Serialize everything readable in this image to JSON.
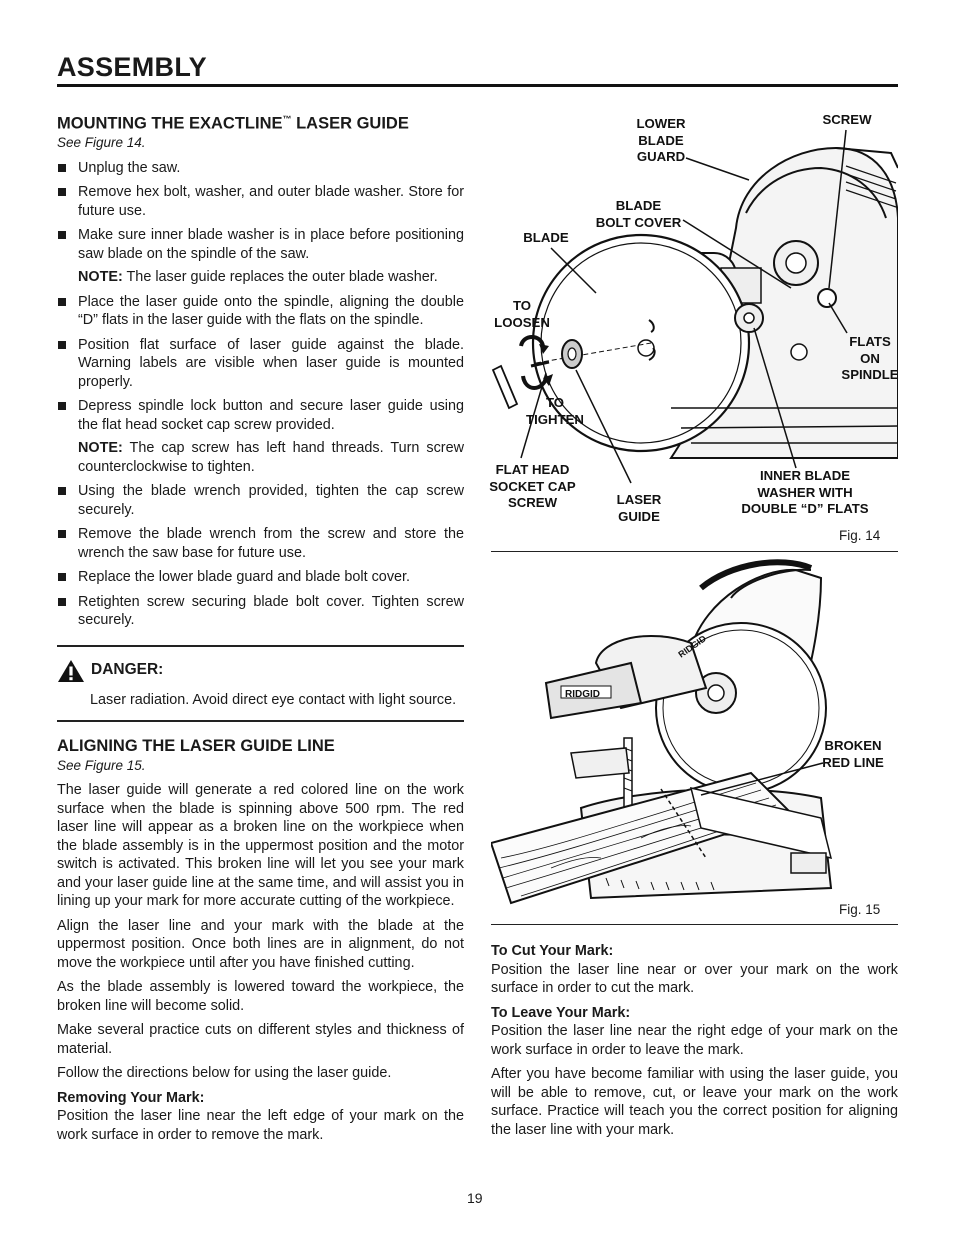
{
  "header": {
    "title": "ASSEMBLY"
  },
  "mounting": {
    "heading": "MOUNTING THE EXACTLINE",
    "heading_tm": "™",
    "heading_tail": " LASER GUIDE",
    "see": "See Figure 14.",
    "bullets": [
      "Unplug the saw.",
      "Remove hex bolt, washer, and outer blade washer. Store for future use.",
      "Make sure inner blade washer is in place before positioning saw blade on the spindle of the saw."
    ],
    "note1_label": "NOTE:",
    "note1_text": " The laser guide replaces the outer blade washer.",
    "bullets2": [
      "Place the laser guide onto the spindle, aligning the double “D” flats in the laser guide with the flats on the spindle.",
      "Position flat surface of laser guide against the blade. Warning labels are visible when laser guide is mounted properly.",
      "Depress spindle lock button and secure laser guide using the flat head socket cap screw provided."
    ],
    "note2_label": "NOTE:",
    "note2_text": " The cap screw has left hand threads. Turn screw counterclockwise to tighten.",
    "bullets3": [
      "Using the blade wrench provided, tighten the cap screw securely.",
      "Remove the blade wrench from the screw and store the wrench the saw base for future use.",
      "Replace the lower blade guard and blade bolt cover.",
      "Retighten screw securing blade bolt cover. Tighten screw securely."
    ]
  },
  "danger": {
    "label": "DANGER:",
    "text": "Laser radiation. Avoid direct eye contact with light source."
  },
  "aligning": {
    "heading": "ALIGNING THE LASER GUIDE LINE",
    "see": "See Figure 15.",
    "p1": "The laser guide will generate a red colored line on the work surface when the blade is spinning above 500 rpm. The red laser line will appear as a broken line on the workpiece when the blade assembly is in the uppermost position and the motor switch is activated. This broken line will let you see your mark and your laser guide line at the same time, and will assist you in lining up your mark for more accurate cutting of the workpiece.",
    "p2": "Align the laser line and your mark with the blade at the uppermost position. Once both lines are in alignment, do not move the workpiece until after you have finished cutting.",
    "p3": "As the blade assembly is lowered toward the workpiece, the broken line will become solid.",
    "p4": "Make several practice cuts on different styles and thickness of material.",
    "p5": "Follow the directions below for using the laser guide.",
    "removing_label": "Removing Your Mark:",
    "removing_text": "Position the laser line near the left edge of your mark on the work surface in order to remove the mark."
  },
  "right_text": {
    "cut_label": "To Cut Your Mark:",
    "cut_text": "Position the laser line near or over your mark on the work surface in order to cut the mark.",
    "leave_label": "To Leave Your Mark:",
    "leave_text": "Position the laser line near the right edge of your mark on the work surface in order to leave the mark.",
    "p_final": "After you have become familiar with using the laser guide, you will be able to remove, cut, or leave your mark on the work surface. Practice will teach you the correct position for aligning the laser line with your mark."
  },
  "fig14": {
    "caption": "Fig. 14",
    "labels": {
      "lower_blade_guard": "LOWER\nBLADE\nGUARD",
      "screw": "SCREW",
      "blade_bolt_cover": "BLADE\nBOLT COVER",
      "blade": "BLADE",
      "to_loosen": "TO\nLOOSEN",
      "to_tighten": "TO\nTIGHTEN",
      "flats_on_spindle": "FLATS\nON\nSPINDLE",
      "flat_head": "FLAT HEAD\nSOCKET CAP\nSCREW",
      "laser_guide": "LASER\nGUIDE",
      "inner_blade_washer": "INNER BLADE\nWASHER WITH\nDOUBLE “D” FLATS"
    }
  },
  "fig15": {
    "caption": "Fig. 15",
    "label_broken": "BROKEN\nRED LINE",
    "brand": "RIDGID"
  },
  "footer": {
    "page_number": "19"
  }
}
